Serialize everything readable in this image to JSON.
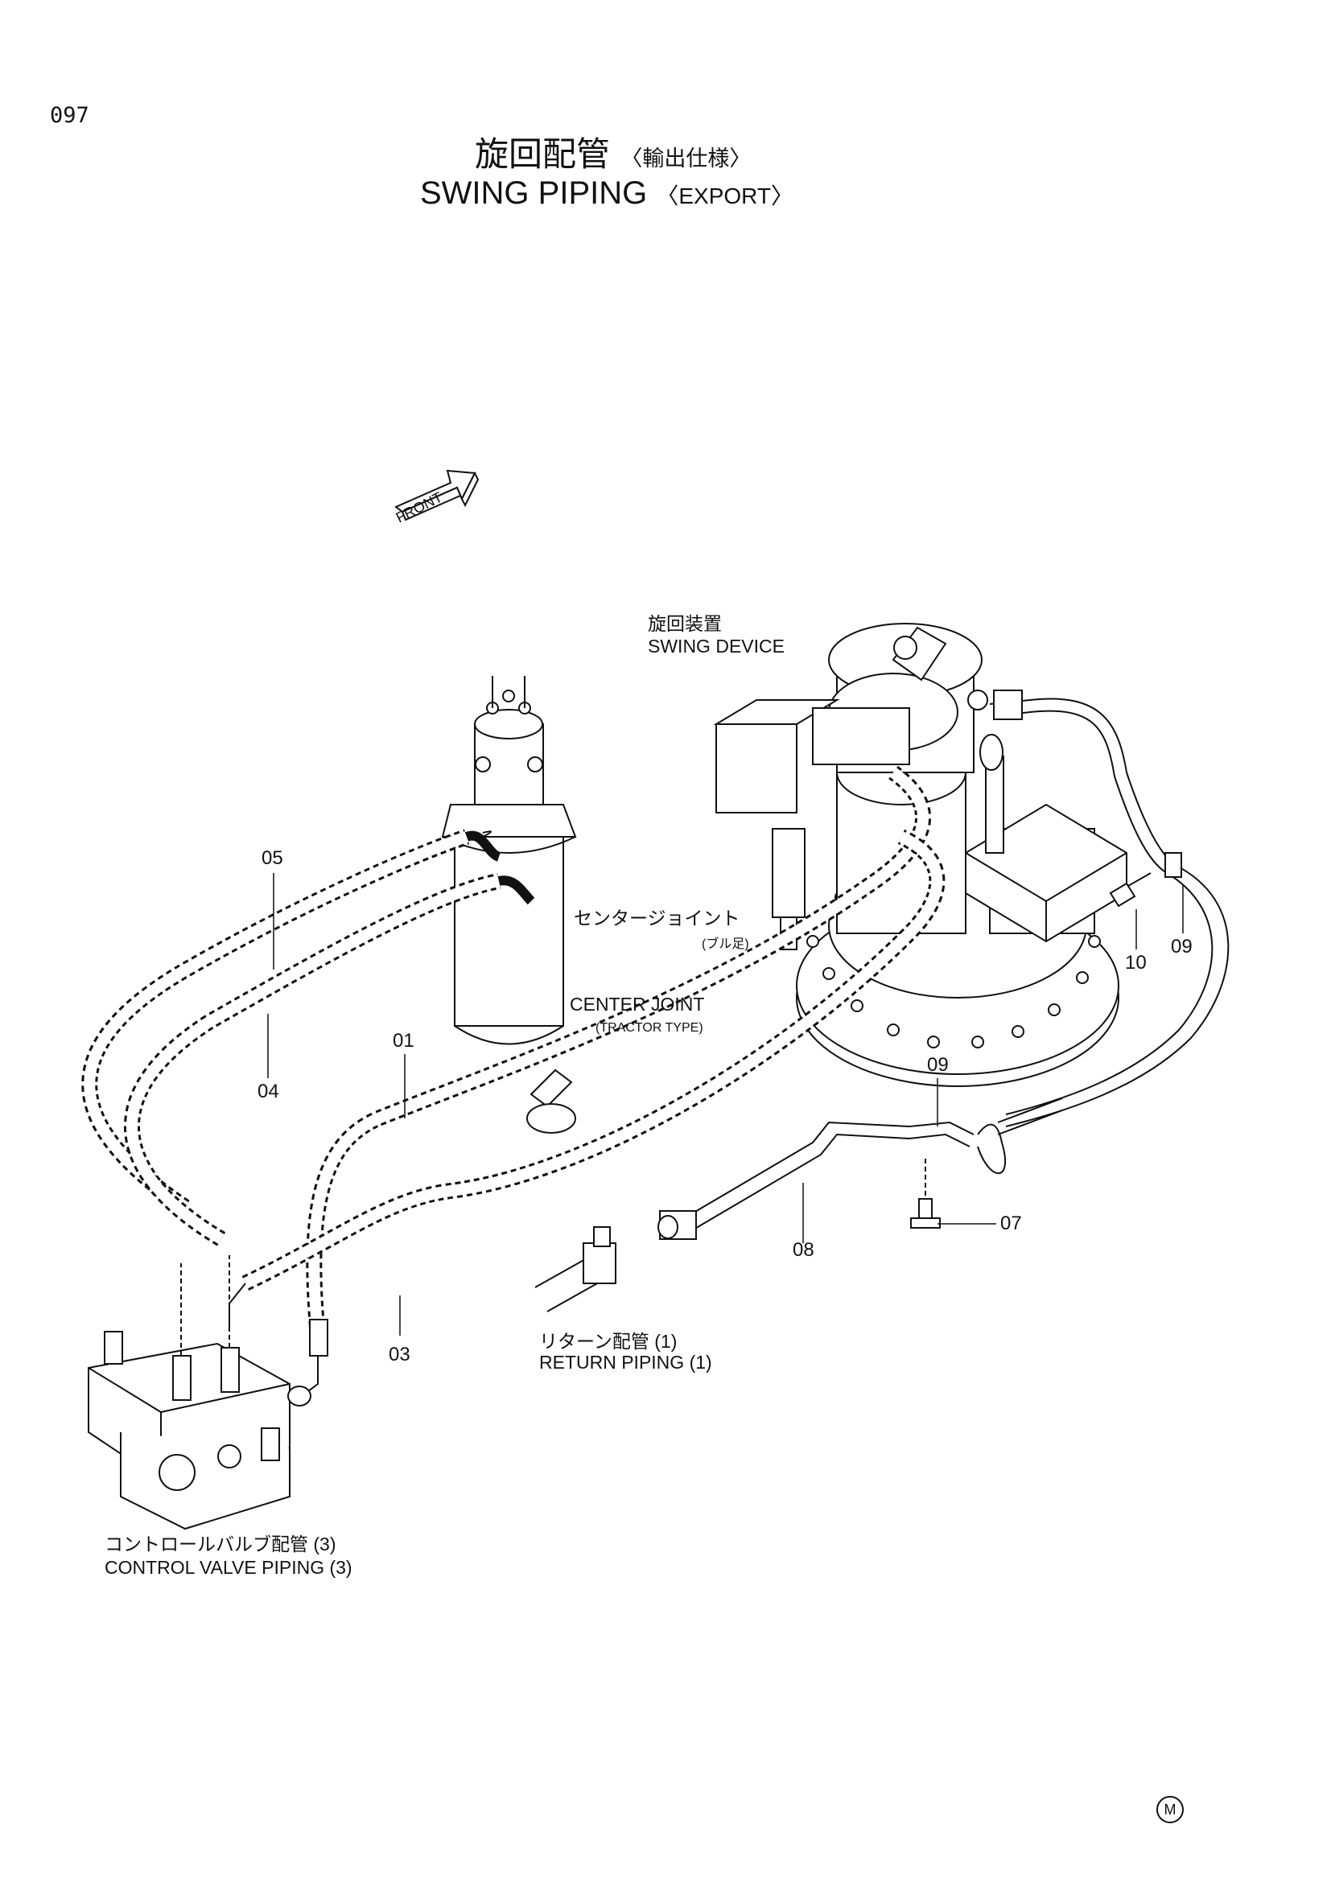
{
  "page": {
    "number": "097",
    "title_jp": "旋回配管",
    "title_jp_sub": "〈輸出仕様〉",
    "title_en": "SWING PIPING",
    "title_en_sub": "〈EXPORT〉",
    "mark": "M"
  },
  "front_arrow": {
    "label": "FRONT"
  },
  "labels": {
    "swing_device_jp": "旋回装置",
    "swing_device_en": "SWING DEVICE",
    "center_joint_jp": "センタージョイント",
    "center_joint_jp_sub": "(ブル足)",
    "center_joint_en": "CENTER JOINT",
    "center_joint_en_sub": "(TRACTOR TYPE)",
    "return_jp": "リターン配管 (1)",
    "return_en": "RETURN PIPING (1)",
    "control_jp": "コントロールバルブ配管 (3)",
    "control_en": "CONTROL VALVE PIPING (3)"
  },
  "callouts": {
    "p01": "01",
    "p03": "03",
    "p04": "04",
    "p05": "05",
    "p07": "07",
    "p08": "08",
    "p09a": "09",
    "p09b": "09",
    "p10": "10"
  }
}
